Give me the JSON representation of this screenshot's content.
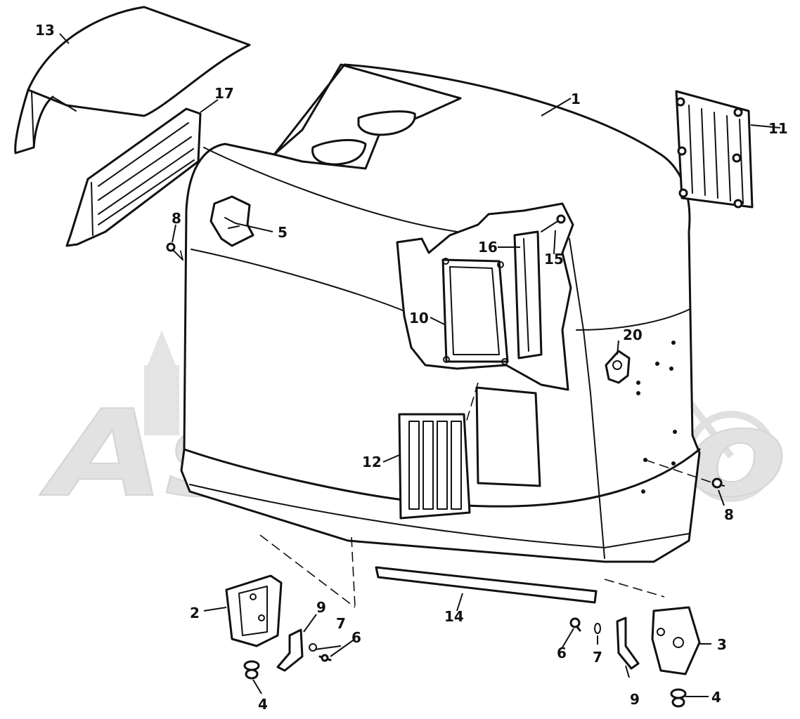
{
  "diagram": {
    "callouts": [
      {
        "id": "c1",
        "label": "1"
      },
      {
        "id": "c2",
        "label": "2"
      },
      {
        "id": "c3",
        "label": "3"
      },
      {
        "id": "c4a",
        "label": "4"
      },
      {
        "id": "c4b",
        "label": "4"
      },
      {
        "id": "c5",
        "label": "5"
      },
      {
        "id": "c6a",
        "label": "6"
      },
      {
        "id": "c6b",
        "label": "6"
      },
      {
        "id": "c7a",
        "label": "7"
      },
      {
        "id": "c7b",
        "label": "7"
      },
      {
        "id": "c8a",
        "label": "8"
      },
      {
        "id": "c8b",
        "label": "8"
      },
      {
        "id": "c9a",
        "label": "9"
      },
      {
        "id": "c9b",
        "label": "9"
      },
      {
        "id": "c10",
        "label": "10"
      },
      {
        "id": "c11",
        "label": "11"
      },
      {
        "id": "c12",
        "label": "12"
      },
      {
        "id": "c13",
        "label": "13"
      },
      {
        "id": "c14",
        "label": "14"
      },
      {
        "id": "c15",
        "label": "15"
      },
      {
        "id": "c16",
        "label": "16"
      },
      {
        "id": "c17",
        "label": "17"
      },
      {
        "id": "c20",
        "label": "20"
      }
    ],
    "watermark": "AshMoto",
    "colors": {
      "line": "#111111",
      "background": "#ffffff",
      "watermark": "#e2e2e2"
    }
  }
}
